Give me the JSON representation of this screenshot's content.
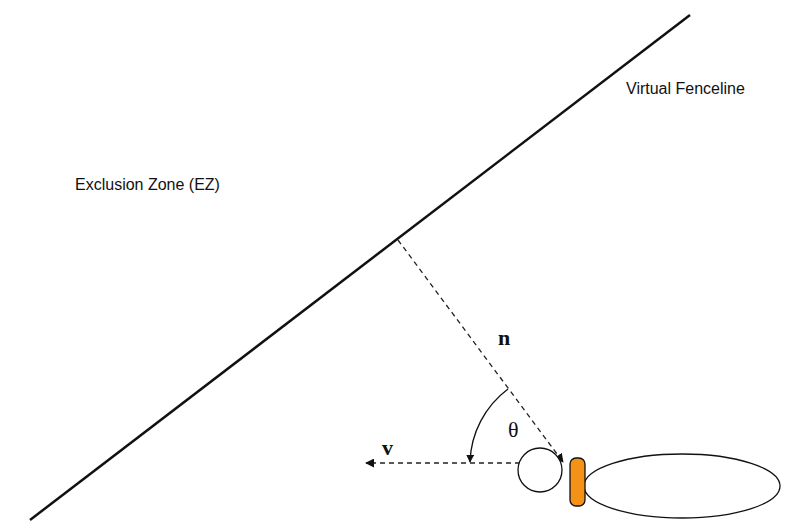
{
  "diagram": {
    "labels": [
      "Exclusion Zone (EZ)",
      "Virtual Fenceline",
      "n",
      "θ",
      "v"
    ]
  }
}
